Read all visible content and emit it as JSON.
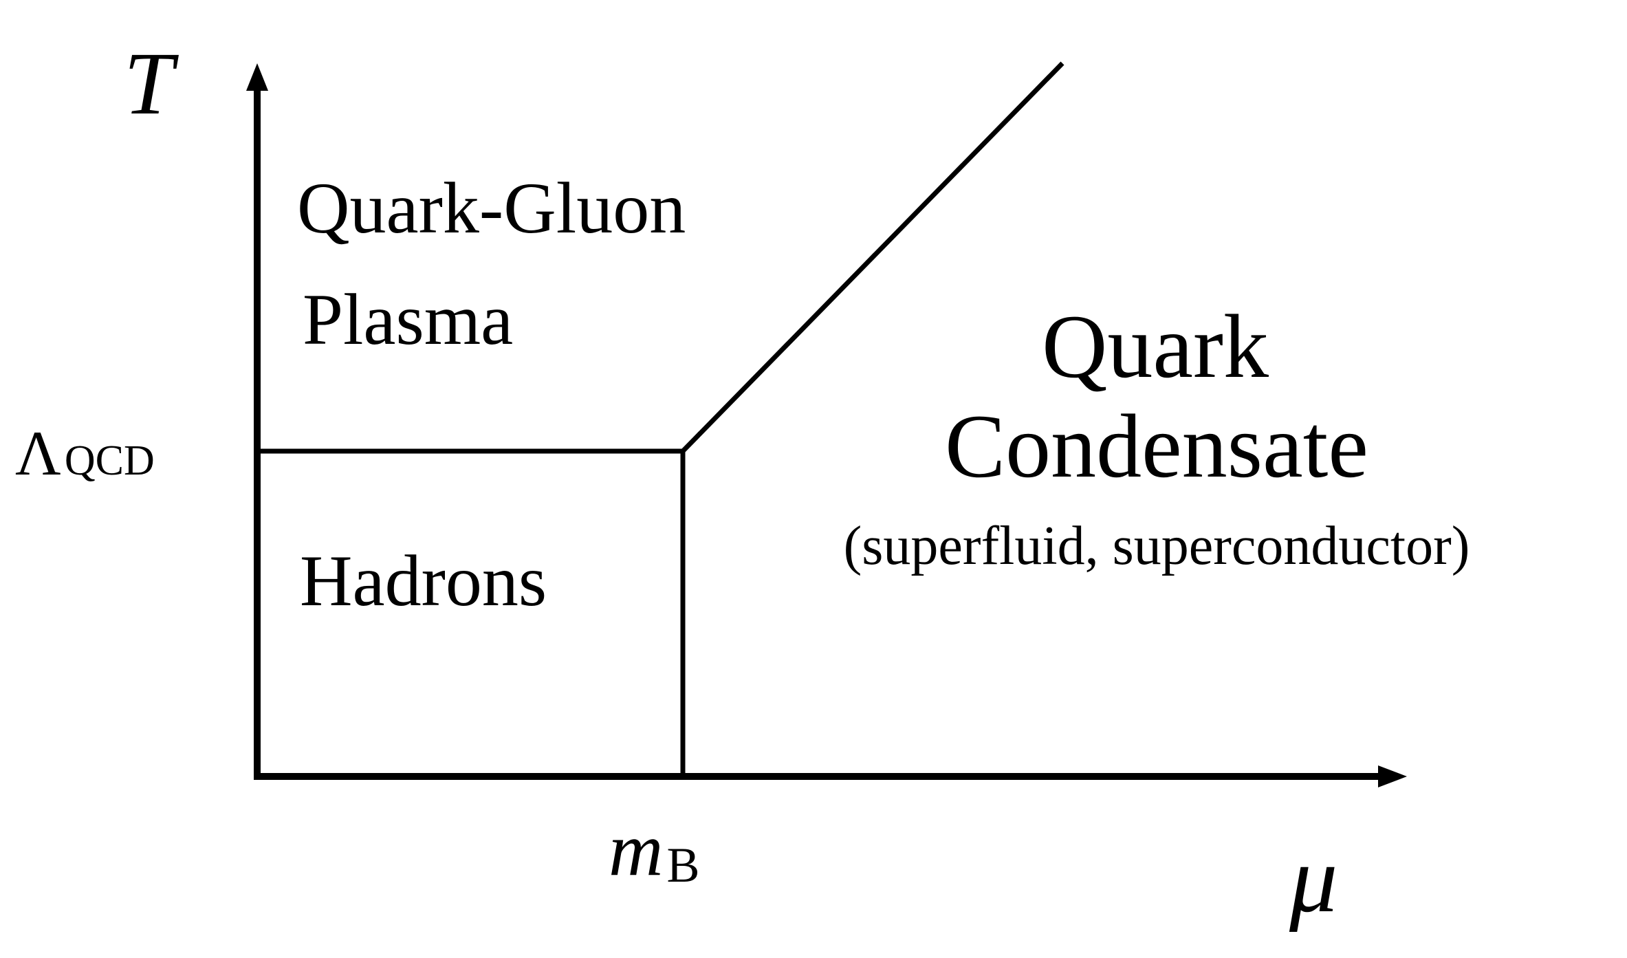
{
  "axes": {
    "y_symbol": "T",
    "x_symbol": "μ",
    "y_tick_main": "Λ",
    "y_tick_sub": "QCD",
    "x_tick_main": "m",
    "x_tick_sub": "B"
  },
  "regions": {
    "qgp_line1": "Quark-Gluon",
    "qgp_line2": "Plasma",
    "hadrons": "Hadrons",
    "quark_line1": "Quark",
    "quark_line2": "Condensate",
    "quark_line3": "(superfluid, superconductor)"
  },
  "colors": {
    "ink": "#000000",
    "background": "#ffffff"
  }
}
